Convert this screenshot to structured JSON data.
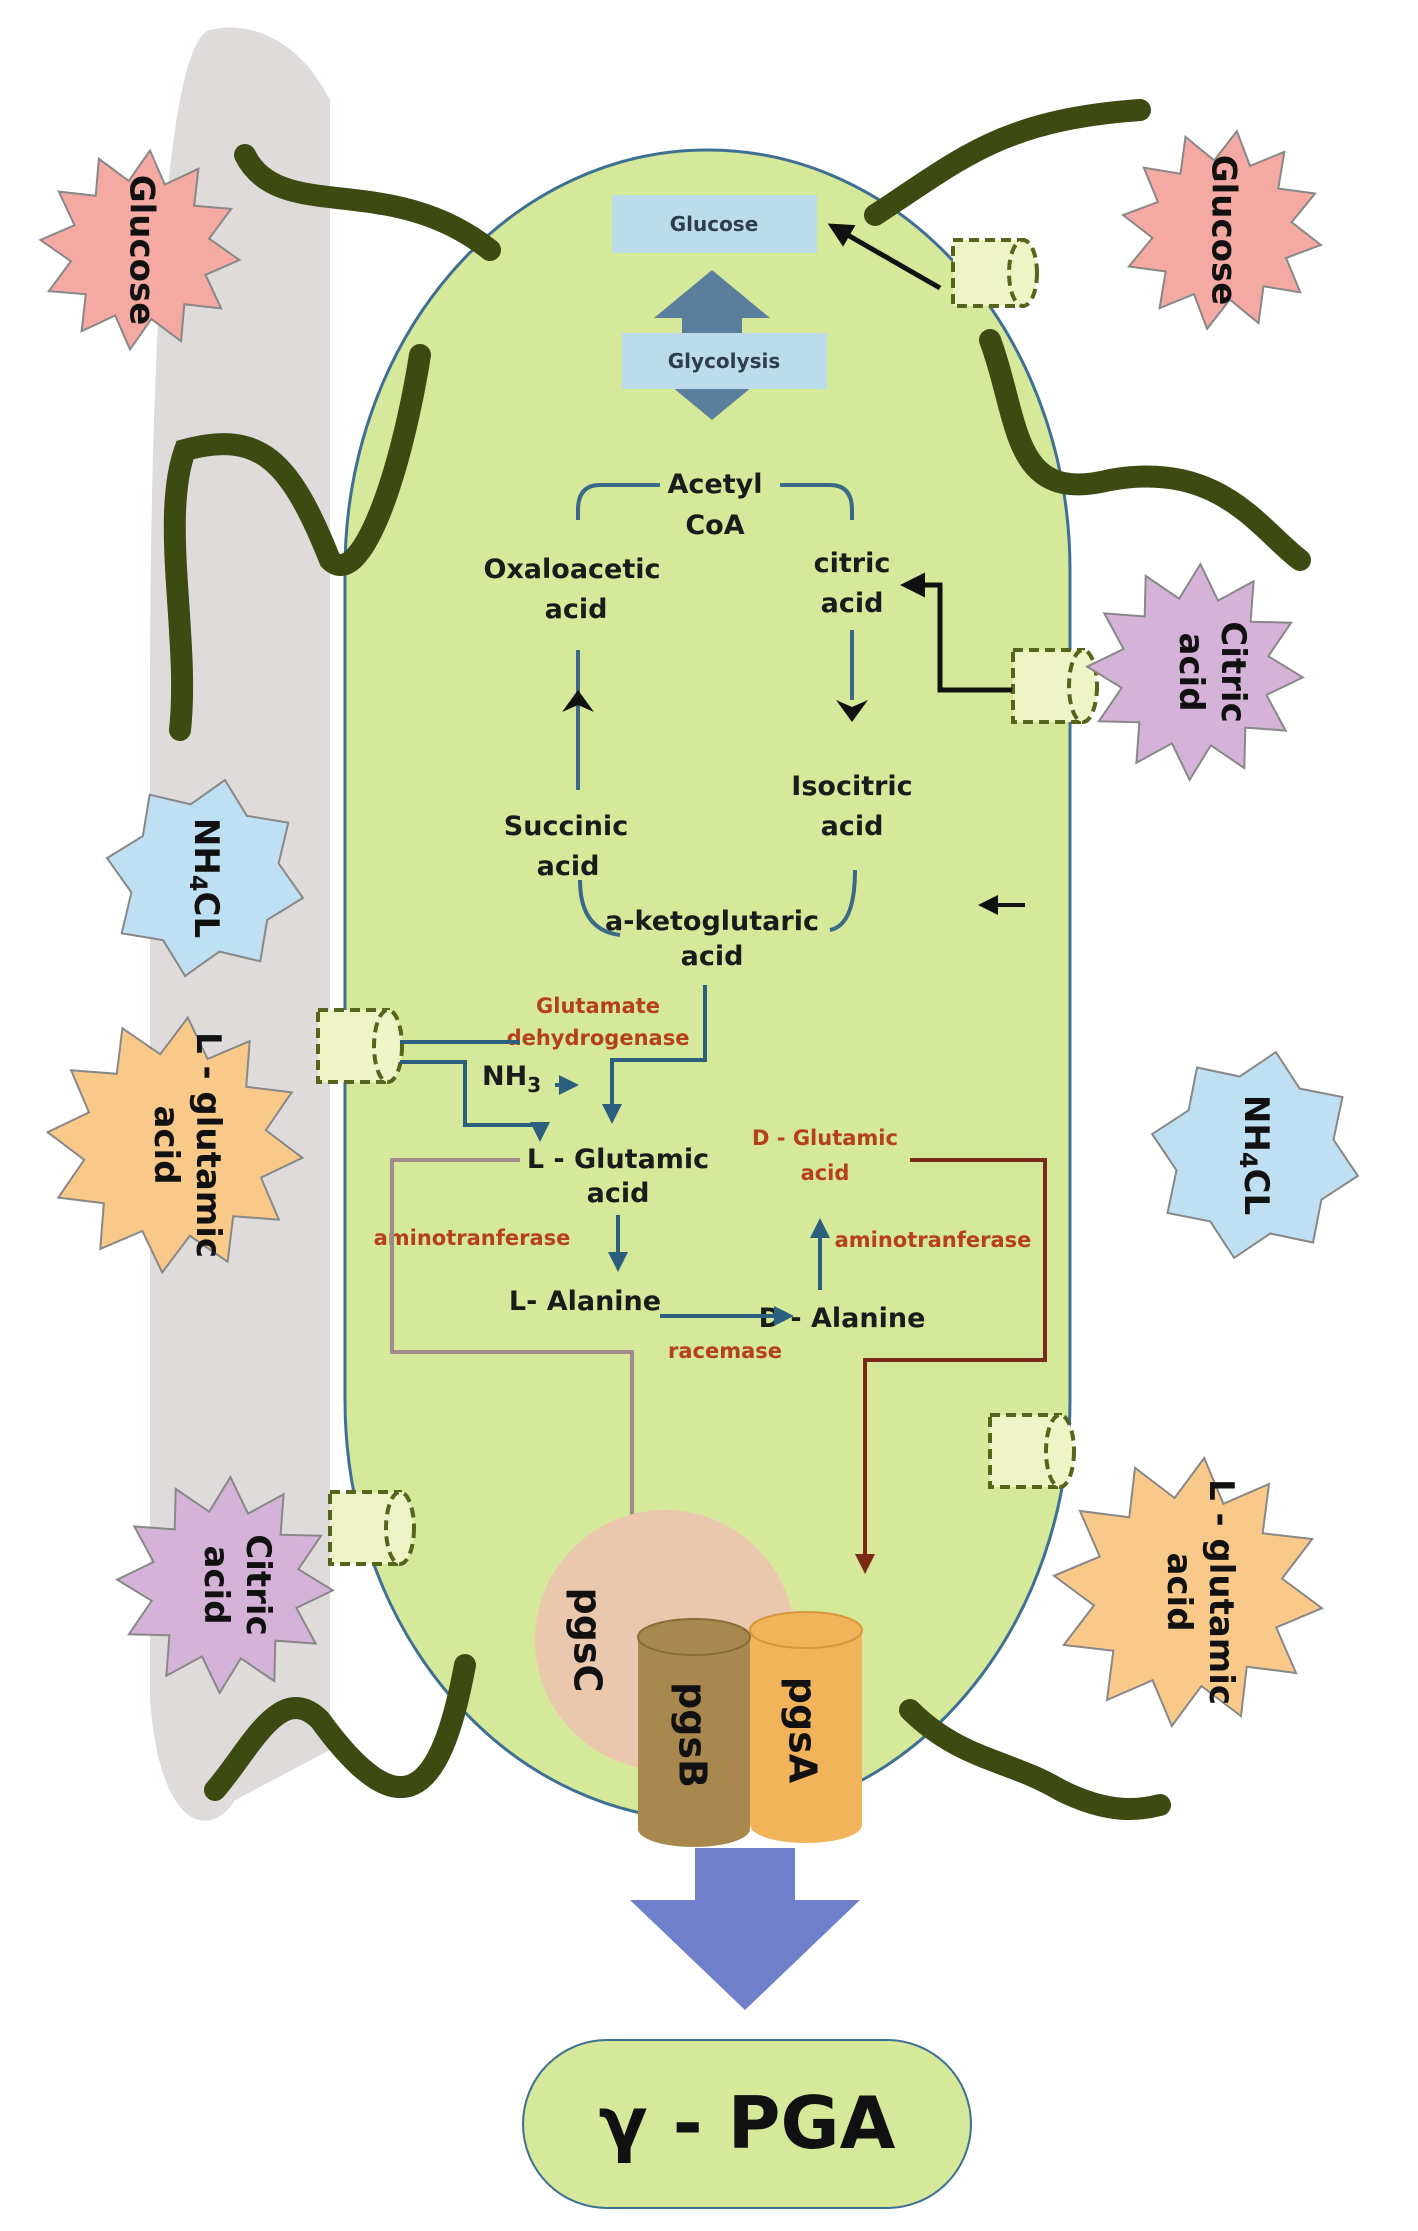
{
  "colors": {
    "cell_fill": "#d6e89a",
    "cell_stroke": "#3e6f95",
    "flagella": "#3d4a12",
    "box_fill": "#bcdcec",
    "enzyme_text": "#b5401c",
    "pathway_arrow": "#2c5f7e",
    "d_glutamic_text": "#c23a1c",
    "d_path": "#7a2a16",
    "l_path": "#9e8a90",
    "big_arrow": "#6f7fca",
    "pga_fill": "#d6e89a",
    "glucose_star": "#f5a9a3",
    "citric_star": "#d5b3d9",
    "nh4cl_star": "#bfdff2",
    "glutamic_star": "#f9c98a",
    "pgsC": "#e9c8ae",
    "pgsB": "#a8884e",
    "pgsA": "#f1b45a"
  },
  "nutrients": {
    "glucose_left": "Glucose",
    "glucose_right": "Glucose",
    "citric_right": [
      "Citric",
      "acid"
    ],
    "citric_left": [
      "Citric",
      "acid"
    ],
    "nh4cl_left": {
      "base": "NH",
      "sub": "4",
      "rest": "CL"
    },
    "nh4cl_right": {
      "base": "NH",
      "sub": "4",
      "rest": "CL"
    },
    "glutamic_left": [
      "L - glutamic",
      "acid"
    ],
    "glutamic_right": [
      "L - glutamic",
      "acid"
    ]
  },
  "pathway": {
    "glucose_box": "Glucose",
    "glycolysis_box": "Glycolysis",
    "acetyl_coa": [
      "Acetyl",
      "CoA"
    ],
    "citric_acid": [
      "citric",
      "acid"
    ],
    "oxaloacetic_acid": [
      "Oxaloacetic",
      "acid"
    ],
    "isocitric_acid": [
      "Isocitric",
      "acid"
    ],
    "succinic_acid": [
      "Succinic",
      "acid"
    ],
    "ketoglutaric_acid": [
      "a-ketoglutaric",
      "acid"
    ],
    "glutamate_dehydrogenase": [
      "Glutamate",
      "dehydrogenase"
    ],
    "nh3": {
      "base": "NH",
      "sub": "3"
    },
    "l_glutamic_acid": [
      "L - Glutamic",
      "acid"
    ],
    "d_glutamic_acid": [
      "D - Glutamic",
      "acid"
    ],
    "aminotransferase_left": "aminotranferase",
    "aminotransferase_right": "aminotranferase",
    "l_alanine": "L- Alanine",
    "d_alanine": "D - Alanine",
    "racemase": "racemase"
  },
  "complex": {
    "pgsC": "pgsC",
    "pgsB": "pgsB",
    "pgsA": "pgsA"
  },
  "product": "γ - PGA"
}
